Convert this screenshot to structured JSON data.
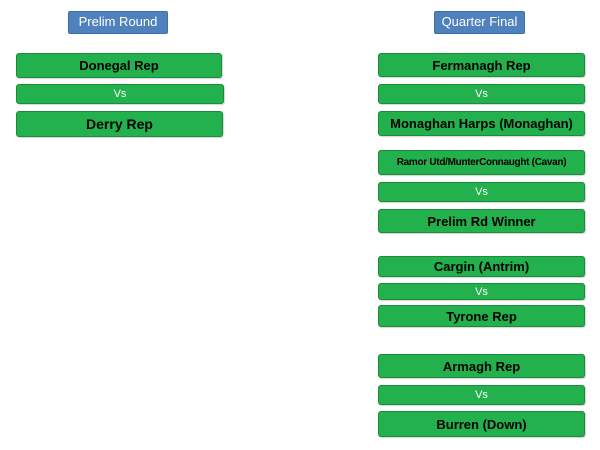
{
  "prelim": {
    "title": "Prelim Round",
    "match": {
      "team1": "Donegal Rep",
      "vs": "Vs",
      "team2": "Derry Rep"
    }
  },
  "quarter": {
    "title": "Quarter Final",
    "matches": [
      {
        "team1": "Fermanagh Rep",
        "vs": "Vs",
        "team2": "Monaghan Harps (Monaghan)"
      },
      {
        "team1": "Ramor Utd/MunterConnaught (Cavan)",
        "vs": "Vs",
        "team2": "Prelim Rd Winner"
      },
      {
        "team1": "Cargin (Antrim)",
        "vs": "Vs",
        "team2": "Tyrone Rep"
      },
      {
        "team1": "Armagh Rep",
        "vs": "Vs",
        "team2": "Burren (Down)"
      }
    ]
  },
  "colors": {
    "header": "#4f81bd",
    "box": "#22b14c"
  }
}
